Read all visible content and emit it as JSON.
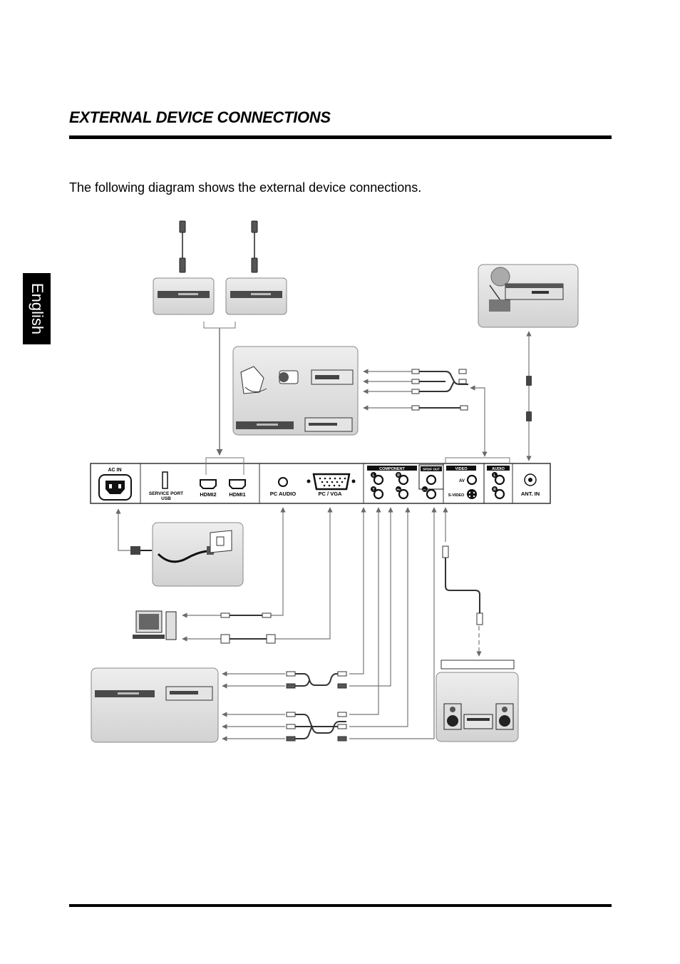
{
  "page": {
    "language_tab": "English",
    "title": "EXTERNAL DEVICE CONNECTIONS",
    "intro": "The following diagram shows the external device connections."
  },
  "panel": {
    "ac_in": "AC IN",
    "service_port_line1": "SERVICE  PORT",
    "service_port_line2": "USB",
    "hdmi2": "HDMI2",
    "hdmi1": "HDMI1",
    "pc_audio": "PC AUDIO",
    "pc_vga": "PC / VGA",
    "component": "COMPONENT",
    "spdif_out": "SPDIF OUT",
    "video": "VIDEO",
    "audio": "AUDIO",
    "av": "AV",
    "s_video": "S-VIDEO",
    "ant_in": "ANT.  IN",
    "jack_l": "L",
    "jack_r": "R",
    "jack_y": "Y",
    "jack_pb": "Pb",
    "jack_pr": "Pr"
  },
  "icons": [
    "hdmi-plug-icon",
    "dvd-player-icon",
    "camcorder-icon",
    "game-console-icon",
    "vcr-icon",
    "set-top-box-icon",
    "antenna-icon",
    "power-outlet-icon",
    "computer-icon",
    "audio-system-icon"
  ]
}
